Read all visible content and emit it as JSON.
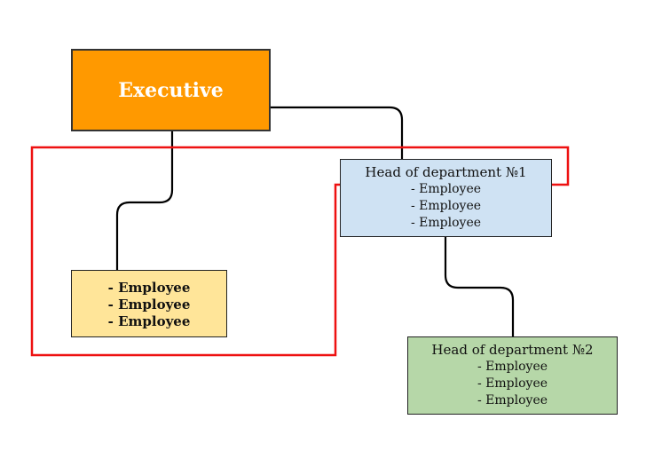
{
  "colors": {
    "executive_fill": "#FF9900",
    "head1_fill": "#CFE2F3",
    "head2_fill": "#B6D7A8",
    "team_fill": "#FFE599",
    "connector": "#000000",
    "highlight": "#EE1111"
  },
  "nodes": {
    "executive": {
      "title": "Executive"
    },
    "head1": {
      "title": "Head of department №1",
      "employees": [
        "- Employee",
        "- Employee",
        "- Employee"
      ]
    },
    "head2": {
      "title": "Head of department №2",
      "employees": [
        "- Employee",
        "- Employee",
        "- Employee"
      ]
    },
    "team": {
      "employees": [
        "- Employee",
        "- Employee",
        "- Employee"
      ]
    }
  }
}
